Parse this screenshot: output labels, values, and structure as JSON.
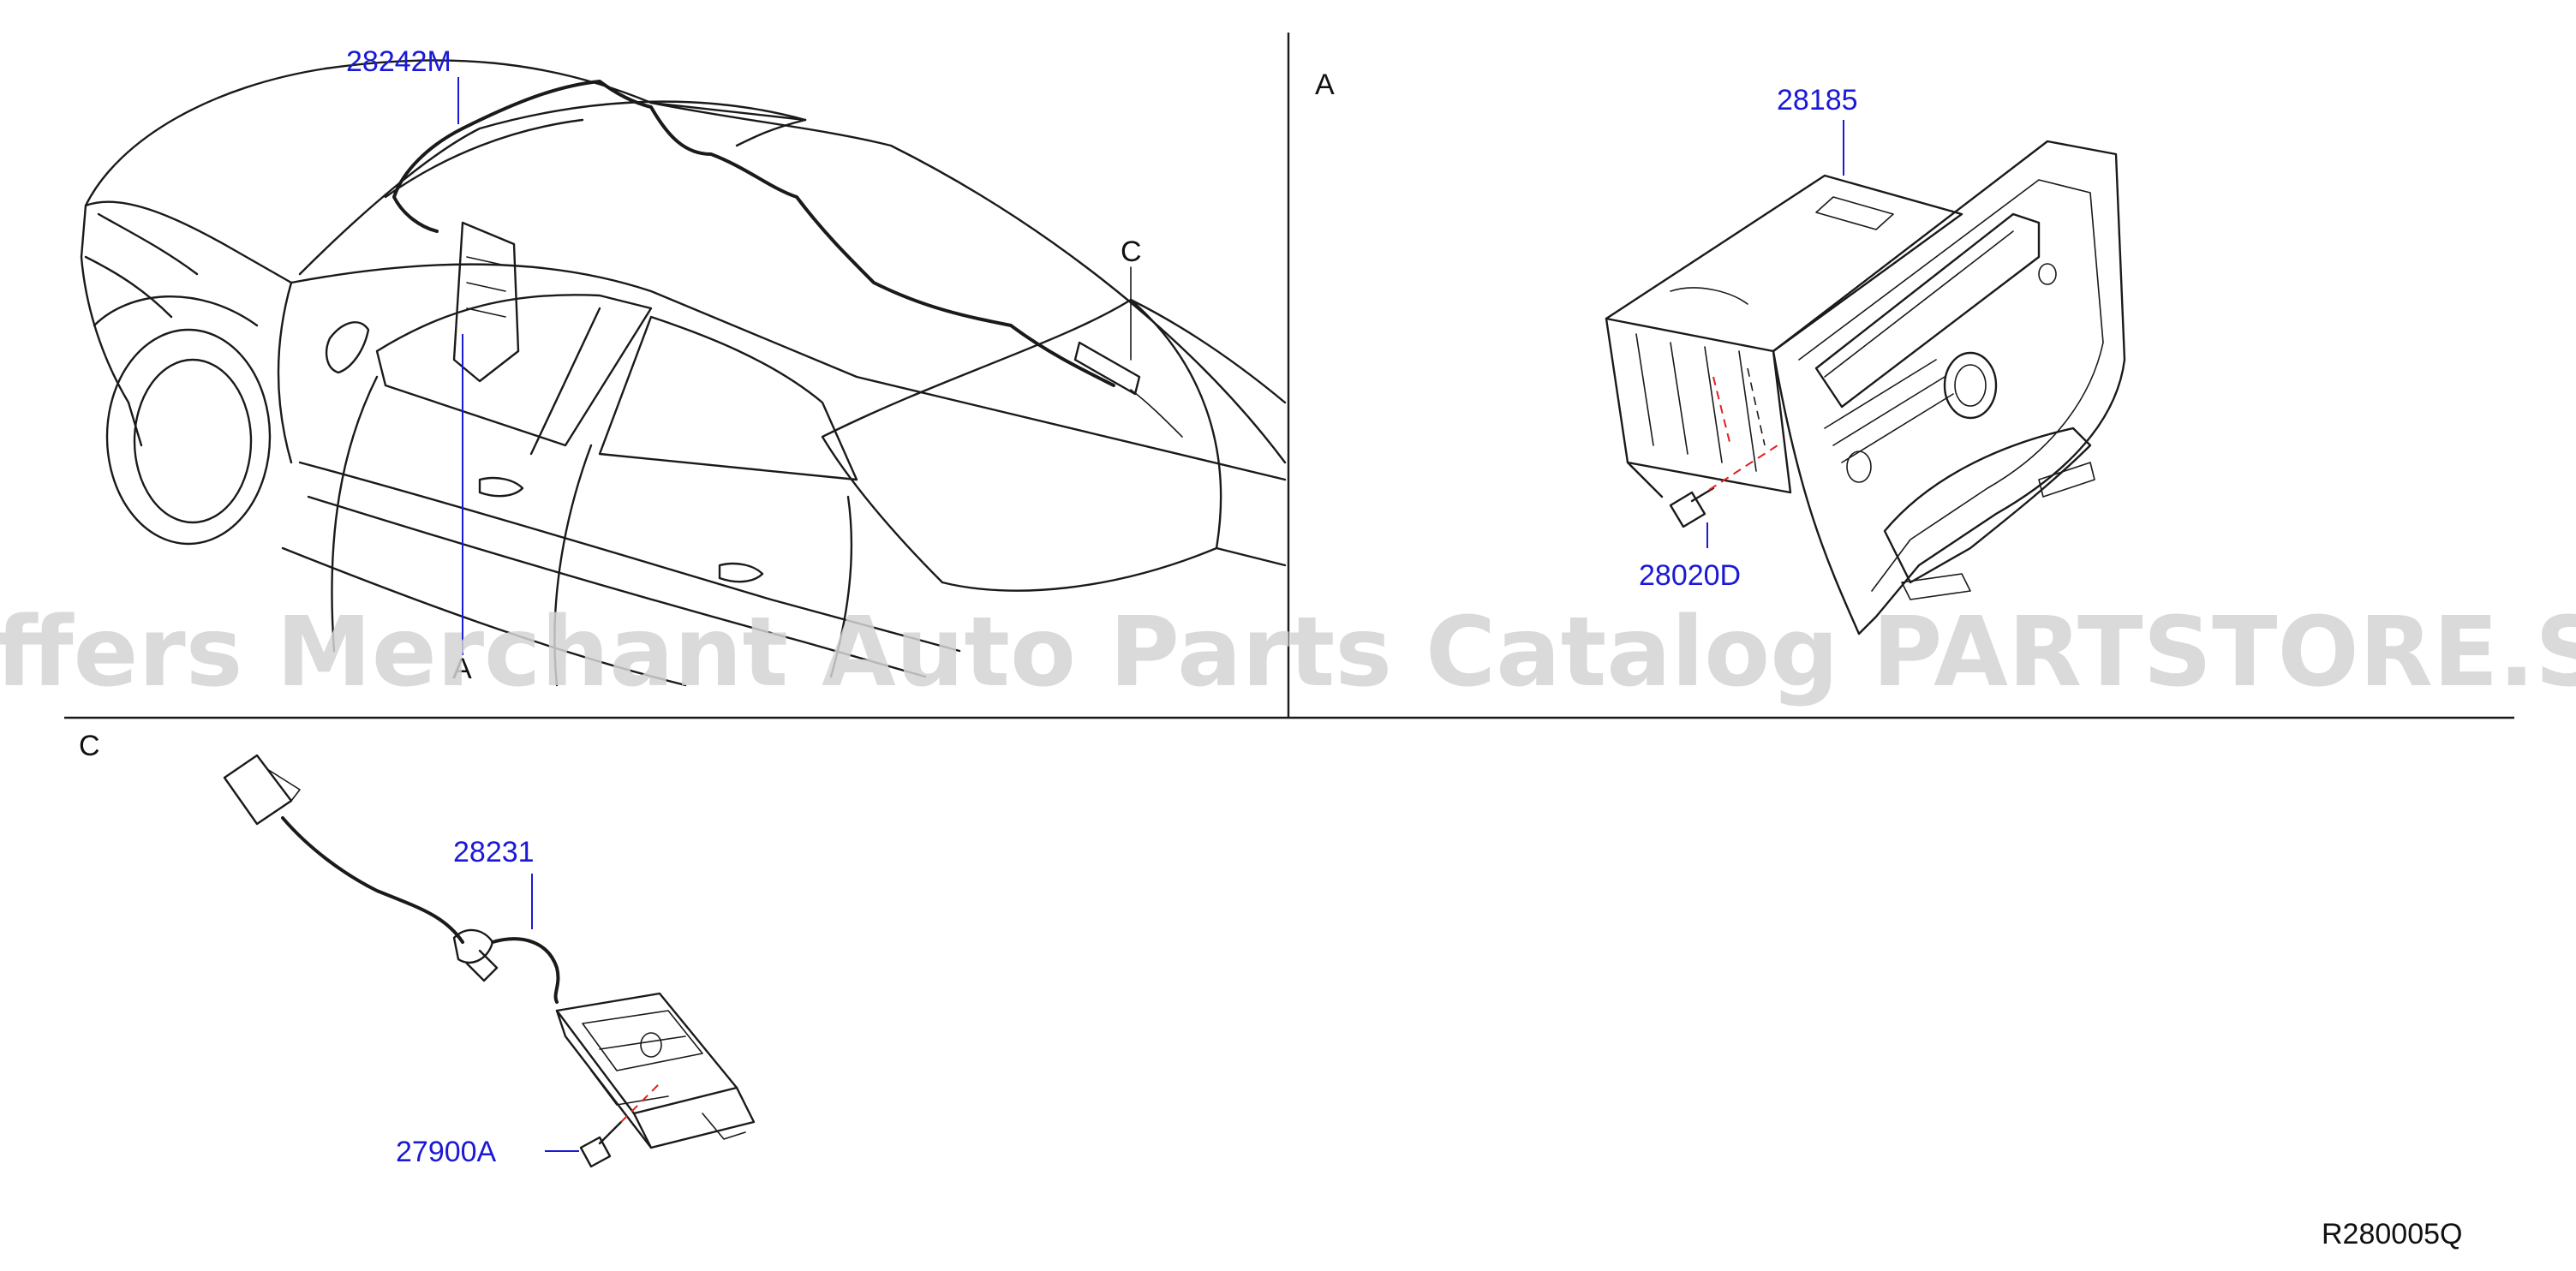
{
  "views": {
    "a_label": "A",
    "c_label": "C",
    "car_view_a_marker": "A",
    "car_view_c_marker": "C"
  },
  "parts": {
    "antenna_feeder": "28242M",
    "audio_unit": "28185",
    "audio_screw": "28020D",
    "satellite_antenna": "28231",
    "antenna_screw": "27900A"
  },
  "diagram_id": "R280005Q",
  "watermark": "Offers Merchant Auto Parts Catalog PARTSTORE.SA"
}
